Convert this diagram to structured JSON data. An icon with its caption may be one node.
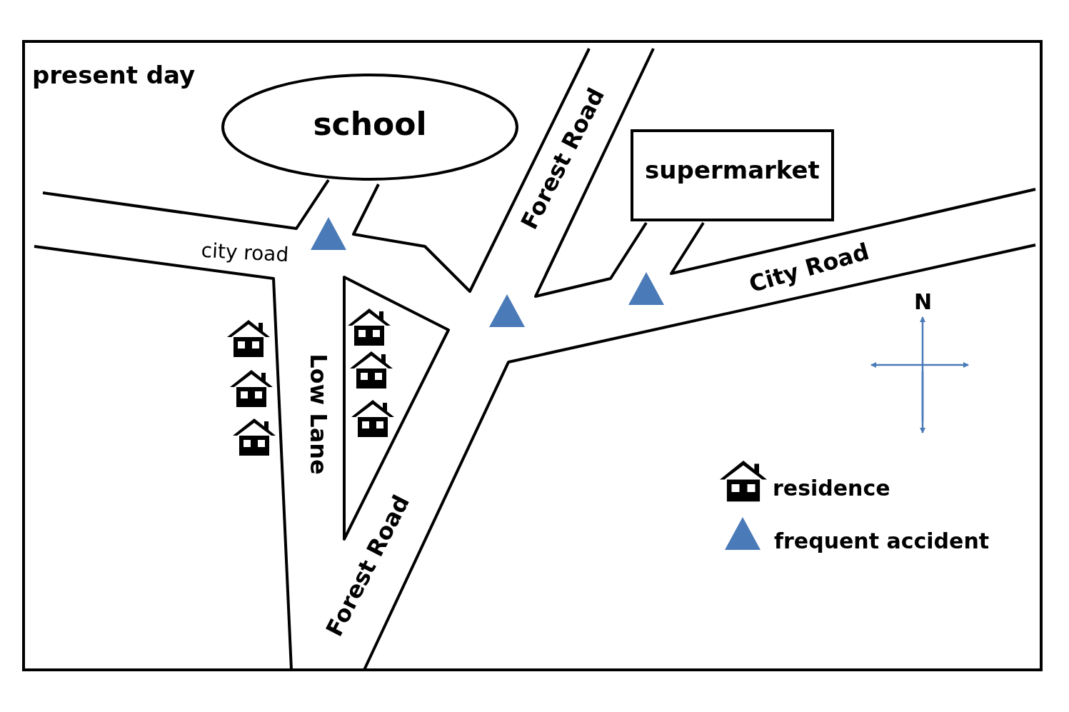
{
  "diagram": {
    "nodes": [
      {
        "text": [
          "school"
        ]
      },
      {
        "text": [
          "supermarket"
        ]
      }
    ],
    "edges": [],
    "labels": [
      "present day",
      "city road",
      "Forest Road",
      "City Road",
      "N",
      "Low Lane",
      "Forest Road"
    ],
    "legend": [
      {
        "text": "residence"
      },
      {
        "text": "frequent accident"
      }
    ]
  }
}
